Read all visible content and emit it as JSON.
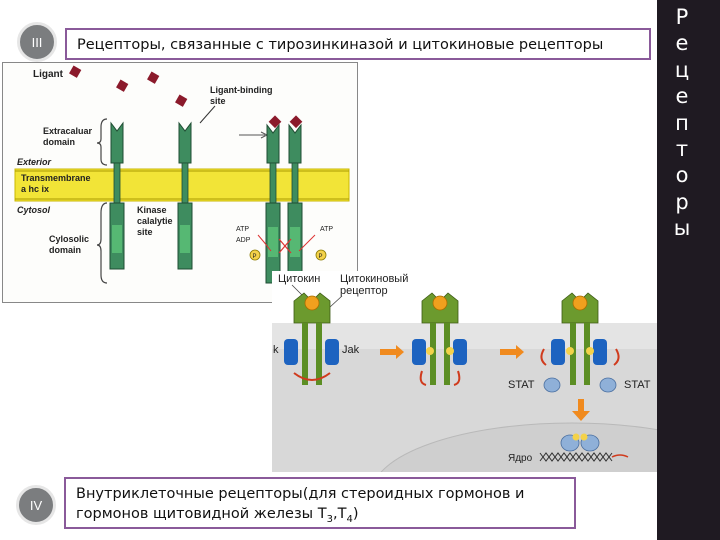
{
  "slide": {
    "section_top": "III",
    "section_bottom": "IV",
    "title": "Рецепторы, связанные с тирозинкиназой и цитокиновые рецепторы",
    "bottom_text_line1": "Внутриклеточные рецепторы(для стероидных гормонов и",
    "bottom_text_line2": "гормонов щитовидной железы Т",
    "sub1": "3",
    "sep": ",Т",
    "sub2": "4",
    "close": ")",
    "vertical_word": [
      "Р",
      "е",
      "ц",
      "е",
      "п",
      "т",
      "о",
      "р",
      "ы"
    ]
  },
  "left_figure": {
    "ligant": "Ligant",
    "binding_site": [
      "Ligant-binding",
      "site"
    ],
    "extracellular": [
      "Extracaluar",
      "domain"
    ],
    "exterior": "Exterior",
    "transmembrane": [
      "Transmembrane",
      "a hc ix"
    ],
    "cytosol": "Cytosol",
    "kinase": [
      "Kinase",
      "calalytie",
      "site"
    ],
    "cytosolic": [
      "Cylosolic",
      "domain"
    ],
    "atp": "ATP",
    "adp": "ADP",
    "atp_right": "ATP",
    "p": "P"
  },
  "right_figure": {
    "cytokine": "Цитокин",
    "cytokine_receptor": [
      "Цитокиновый",
      "рецептор"
    ],
    "jak_left": "k",
    "jak": "Jak",
    "p": "P",
    "stat": "STAT",
    "nucleus": "Ядро"
  }
}
